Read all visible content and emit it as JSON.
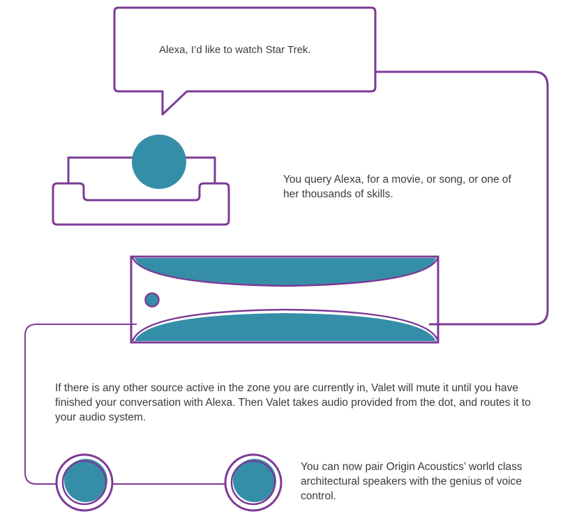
{
  "colors": {
    "outline": "#7c3a96",
    "fill": "#358ea7",
    "text": "#3a3a3a"
  },
  "speech_bubble": {
    "text": "Alexa, I’d like to watch Star Trek."
  },
  "captions": {
    "query": "You query Alexa, for a movie, or song, or one of her thousands of skills.",
    "valet": "If there is any other source active in the zone you are currently in, Valet will mute it until you have finished your conversation with Alexa. Then Valet takes audio provided from the dot, and routes it to your audio system.",
    "pair": "You can now pair Origin Acoustics’ world class architectural speakers with the genius of voice control."
  },
  "icons": {
    "dock": "echo-dot-dock-icon",
    "valet": "valet-amplifier-icon",
    "speaker_left": "ceiling-speaker-icon",
    "speaker_right": "ceiling-speaker-icon"
  }
}
